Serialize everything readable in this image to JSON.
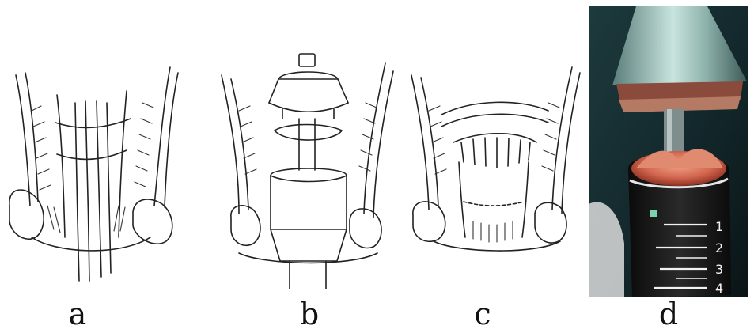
{
  "figure": {
    "panels": [
      {
        "label": "a"
      },
      {
        "label": "b"
      },
      {
        "label": "c"
      },
      {
        "label": "d"
      }
    ],
    "stapler_scale": [
      "1",
      "2",
      "3",
      "4"
    ]
  }
}
